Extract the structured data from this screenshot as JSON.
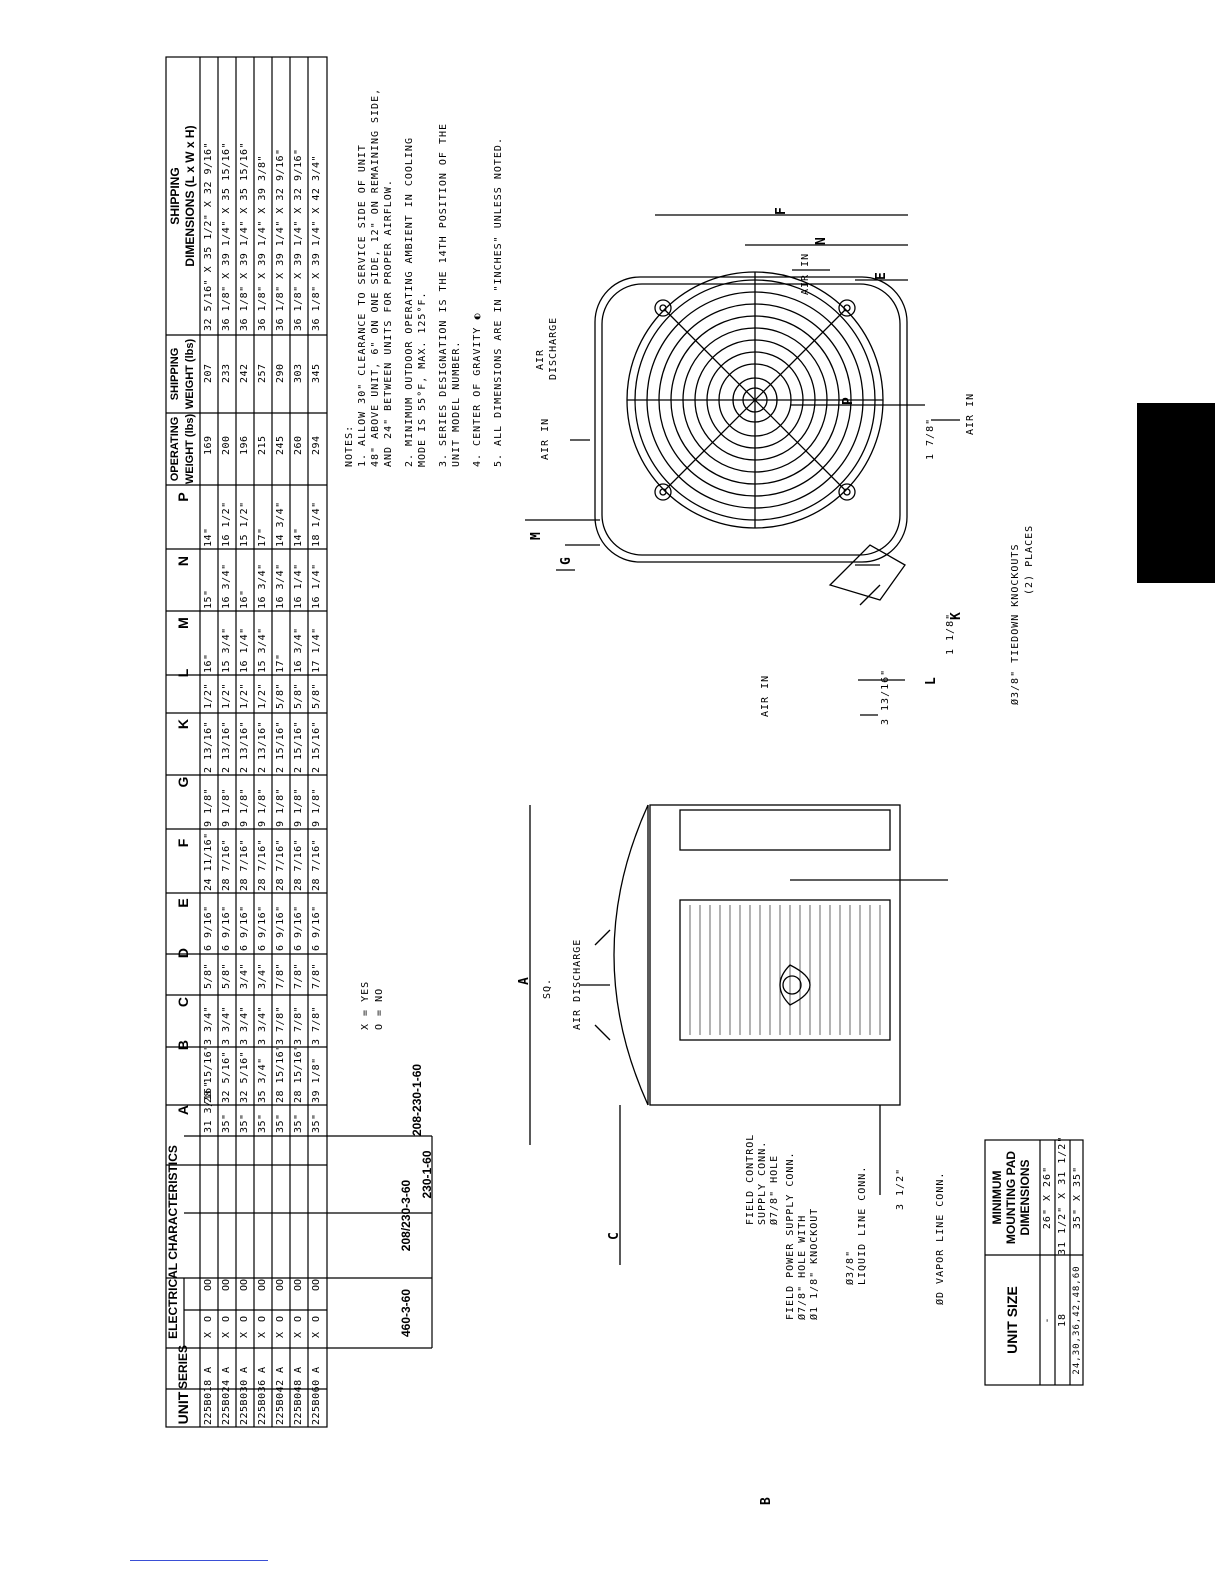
{
  "table": {
    "headers": {
      "unit": "UNIT",
      "series": "SERIES",
      "electrical": "ELECTRICAL CHARACTERISTICS",
      "elec_sub": [
        "208-230-1-60",
        "230-1-60",
        "208/230-3-60",
        "460-3-60"
      ],
      "a": "A",
      "b": "B",
      "c": "C",
      "d": "D",
      "e": "E",
      "f": "F",
      "g": "G",
      "k": "K",
      "l": "L",
      "m": "M",
      "n": "N",
      "p": "P",
      "op_weight_1": "OPERATING",
      "op_weight_2": "WEIGHT (lbs)",
      "ship_weight_1": "SHIPPING",
      "ship_weight_2": "WEIGHT (lbs)",
      "ship_dim_1": "SHIPPING",
      "ship_dim_2": "DIMENSIONS (L x W x H)"
    },
    "rows": [
      {
        "unit": "225B018",
        "series": "A",
        "e1": "X",
        "e2": "O",
        "e3": "O",
        "e4": "O",
        "a": "31 3/16\"",
        "b": "28 15/16\"",
        "c": "3 3/4\"",
        "d": "5/8\"",
        "e": "6 9/16\"",
        "f": "24 11/16\"",
        "g": "9 1/8\"",
        "k": "2 13/16\"",
        "l": "1/2\"",
        "m": "16\"",
        "n": "15\"",
        "p": "14\"",
        "op": "169",
        "ship": "207",
        "dims": "32 5/16\" X 35 1/2\" X 32 9/16\""
      },
      {
        "unit": "225B024",
        "series": "A",
        "e1": "X",
        "e2": "O",
        "e3": "O",
        "e4": "O",
        "a": "35\"",
        "b": "32 5/16\"",
        "c": "3 3/4\"",
        "d": "5/8\"",
        "e": "6 9/16\"",
        "f": "28 7/16\"",
        "g": "9 1/8\"",
        "k": "2 13/16\"",
        "l": "1/2\"",
        "m": "15 3/4\"",
        "n": "16 3/4\"",
        "p": "16 1/2\"",
        "op": "200",
        "ship": "233",
        "dims": "36 1/8\" X 39 1/4\" X 35 15/16\""
      },
      {
        "unit": "225B030",
        "series": "A",
        "e1": "X",
        "e2": "O",
        "e3": "O",
        "e4": "O",
        "a": "35\"",
        "b": "32 5/16\"",
        "c": "3 3/4\"",
        "d": "3/4\"",
        "e": "6 9/16\"",
        "f": "28 7/16\"",
        "g": "9 1/8\"",
        "k": "2 13/16\"",
        "l": "1/2\"",
        "m": "16 1/4\"",
        "n": "16\"",
        "p": "15 1/2\"",
        "op": "196",
        "ship": "242",
        "dims": "36 1/8\" X 39 1/4\" X 35 15/16\""
      },
      {
        "unit": "225B036",
        "series": "A",
        "e1": "X",
        "e2": "O",
        "e3": "O",
        "e4": "O",
        "a": "35\"",
        "b": "35 3/4\"",
        "c": "3 3/4\"",
        "d": "3/4\"",
        "e": "6 9/16\"",
        "f": "28 7/16\"",
        "g": "9 1/8\"",
        "k": "2 13/16\"",
        "l": "1/2\"",
        "m": "15 3/4\"",
        "n": "16 3/4\"",
        "p": "17\"",
        "op": "215",
        "ship": "257",
        "dims": "36 1/8\" X 39 1/4\" X 39 3/8\""
      },
      {
        "unit": "225B042",
        "series": "A",
        "e1": "X",
        "e2": "O",
        "e3": "O",
        "e4": "O",
        "a": "35\"",
        "b": "28 15/16\"",
        "c": "3 7/8\"",
        "d": "7/8\"",
        "e": "6 9/16\"",
        "f": "28 7/16\"",
        "g": "9 1/8\"",
        "k": "2 15/16\"",
        "l": "5/8\"",
        "m": "17\"",
        "n": "16 3/4\"",
        "p": "14 3/4\"",
        "op": "245",
        "ship": "290",
        "dims": "36 1/8\" X 39 1/4\" X 32 9/16\""
      },
      {
        "unit": "225B048",
        "series": "A",
        "e1": "X",
        "e2": "O",
        "e3": "O",
        "e4": "O",
        "a": "35\"",
        "b": "28 15/16\"",
        "c": "3 7/8\"",
        "d": "7/8\"",
        "e": "6 9/16\"",
        "f": "28 7/16\"",
        "g": "9 1/8\"",
        "k": "2 15/16\"",
        "l": "5/8\"",
        "m": "16 3/4\"",
        "n": "16 1/4\"",
        "p": "14\"",
        "op": "260",
        "ship": "303",
        "dims": "36 1/8\" X 39 1/4\" X 32 9/16\""
      },
      {
        "unit": "225B060",
        "series": "A",
        "e1": "X",
        "e2": "O",
        "e3": "O",
        "e4": "O",
        "a": "35\"",
        "b": "39 1/8\"",
        "c": "3 7/8\"",
        "d": "7/8\"",
        "e": "6 9/16\"",
        "f": "28 7/16\"",
        "g": "9 1/8\"",
        "k": "2 15/16\"",
        "l": "5/8\"",
        "m": "17 1/4\"",
        "n": "16 1/4\"",
        "p": "18 1/4\"",
        "op": "294",
        "ship": "345",
        "dims": "36 1/8\" X 39 1/4\" X 42 3/4\""
      }
    ],
    "legend_x": "X = YES",
    "legend_o": "O = NO"
  },
  "notes": {
    "title": "NOTES:",
    "items": [
      "1. ALLOW 30\" CLEARANCE TO SERVICE SIDE OF UNIT",
      "   48\" ABOVE UNIT, 6\" ON ONE SIDE, 12\" ON REMAINING SIDE,",
      "   AND 24\" BETWEEN UNITS FOR PROPER AIRFLOW.",
      "2. MINIMUM OUTDOOR OPERATING AMBIENT IN COOLING",
      "   MODE IS 55°F, MAX. 125°F.",
      "3. SERIES DESIGNATION IS THE 14TH POSITION OF THE",
      "   UNIT MODEL NUMBER.",
      "4. CENTER OF GRAVITY",
      "5. ALL DIMENSIONS ARE IN \"INCHES\" UNLESS NOTED."
    ]
  },
  "top_view": {
    "air_in": "AIR IN",
    "air_discharge_1": "AIR",
    "air_discharge_2": "DISCHARGE",
    "tiedown_1": "Ø3/8\" TIEDOWN KNOCKOUTS",
    "tiedown_2": "(2) PLACES",
    "dim_f": "F",
    "dim_n": "N",
    "dim_e": "E",
    "dim_m": "M",
    "dim_g": "G",
    "dim_k": "K",
    "dim_l": "L",
    "dim_318": "1 1/8\"",
    "dim_3_13_16": "3 13/16\""
  },
  "side_view": {
    "dim_a": "A",
    "sq": "SQ.",
    "air_discharge": "AIR DISCHARGE",
    "dim_p": "P",
    "dim_178": "1 7/8\"",
    "dim_b": "B",
    "dim_c": "C",
    "dim_312": "3 1/2\"",
    "field_control_1": "FIELD CONTROL",
    "field_control_2": "SUPPLY CONN.",
    "field_control_3": "Ø7/8\" HOLE",
    "field_power_1": "FIELD POWER SUPPLY CONN.",
    "field_power_2": "Ø7/8\" HOLE WITH",
    "field_power_3": "Ø1 1/8\" KNOCKOUT",
    "liquid_1": "Ø3/8\"",
    "liquid_2": "LIQUID LINE CONN.",
    "vapor": "ØD VAPOR LINE CONN."
  },
  "pad_table": {
    "h_unit": "UNIT SIZE",
    "h_dim": "MINIMUM MOUNTING PAD DIMENSIONS",
    "rows": [
      {
        "size": "-",
        "dim": "26\" X 26\""
      },
      {
        "size": "18",
        "dim": "31 1/2\" X 31 1/2\""
      },
      {
        "size": "24,30,36,42,48,60",
        "dim": "35\" X 35\""
      }
    ]
  }
}
